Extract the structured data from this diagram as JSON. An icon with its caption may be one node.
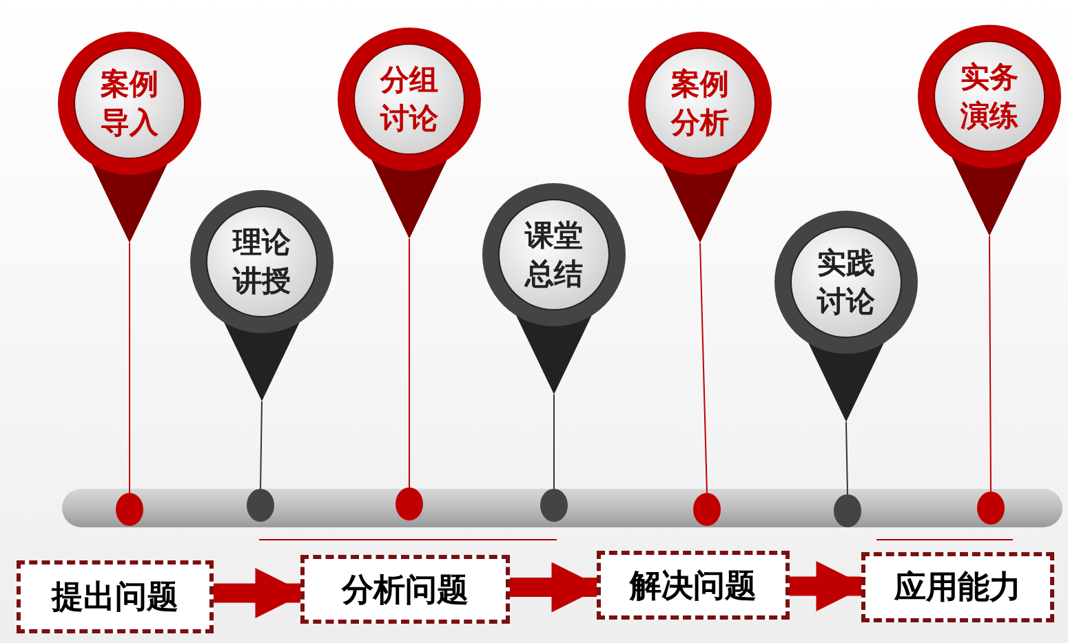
{
  "diagram": {
    "nodes": [
      {
        "text": [
          "案例导入"
        ]
      },
      {
        "text": [
          "理论讲授"
        ]
      },
      {
        "text": [
          "分组讨论"
        ]
      },
      {
        "text": [
          "课堂总结"
        ]
      },
      {
        "text": [
          "案例分析"
        ]
      },
      {
        "text": [
          "实践讨论"
        ]
      },
      {
        "text": [
          "实务演练"
        ]
      },
      {
        "text": [],
        "shape": "circle"
      },
      {
        "text": [],
        "shape": "circle"
      },
      {
        "text": [],
        "shape": "circle"
      },
      {
        "text": [],
        "shape": "circle"
      },
      {
        "text": [],
        "shape": "circle"
      },
      {
        "text": [],
        "shape": "circle"
      },
      {
        "text": [],
        "shape": "circle"
      },
      {
        "text": [
          "提出问题"
        ]
      },
      {
        "text": [
          "分析问题"
        ]
      },
      {
        "text": [
          "解决问题"
        ]
      },
      {
        "text": [
          "应用能力"
        ]
      }
    ],
    "edges": [
      {
        "from": 0,
        "to": 7,
        "arrow": "none",
        "color": "#c00000"
      },
      {
        "from": 1,
        "to": 8,
        "arrow": "none",
        "color": "#333333"
      },
      {
        "from": 2,
        "to": 9,
        "arrow": "none",
        "color": "#c00000"
      },
      {
        "from": 3,
        "to": 10,
        "arrow": "none",
        "color": "#333333"
      },
      {
        "from": 4,
        "to": 11,
        "arrow": "none",
        "color": "#c00000"
      },
      {
        "from": 5,
        "to": 12,
        "arrow": "none",
        "color": "#333333"
      },
      {
        "from": 6,
        "to": 13,
        "arrow": "none",
        "color": "#c00000"
      },
      {
        "from": 14,
        "to": 15,
        "arrow": "to",
        "style": "thick",
        "color": "#c00000"
      },
      {
        "from": 15,
        "to": 16,
        "arrow": "to",
        "style": "thick",
        "color": "#c00000"
      },
      {
        "from": 16,
        "to": 17,
        "arrow": "to",
        "style": "thick",
        "color": "#c00000"
      }
    ]
  }
}
